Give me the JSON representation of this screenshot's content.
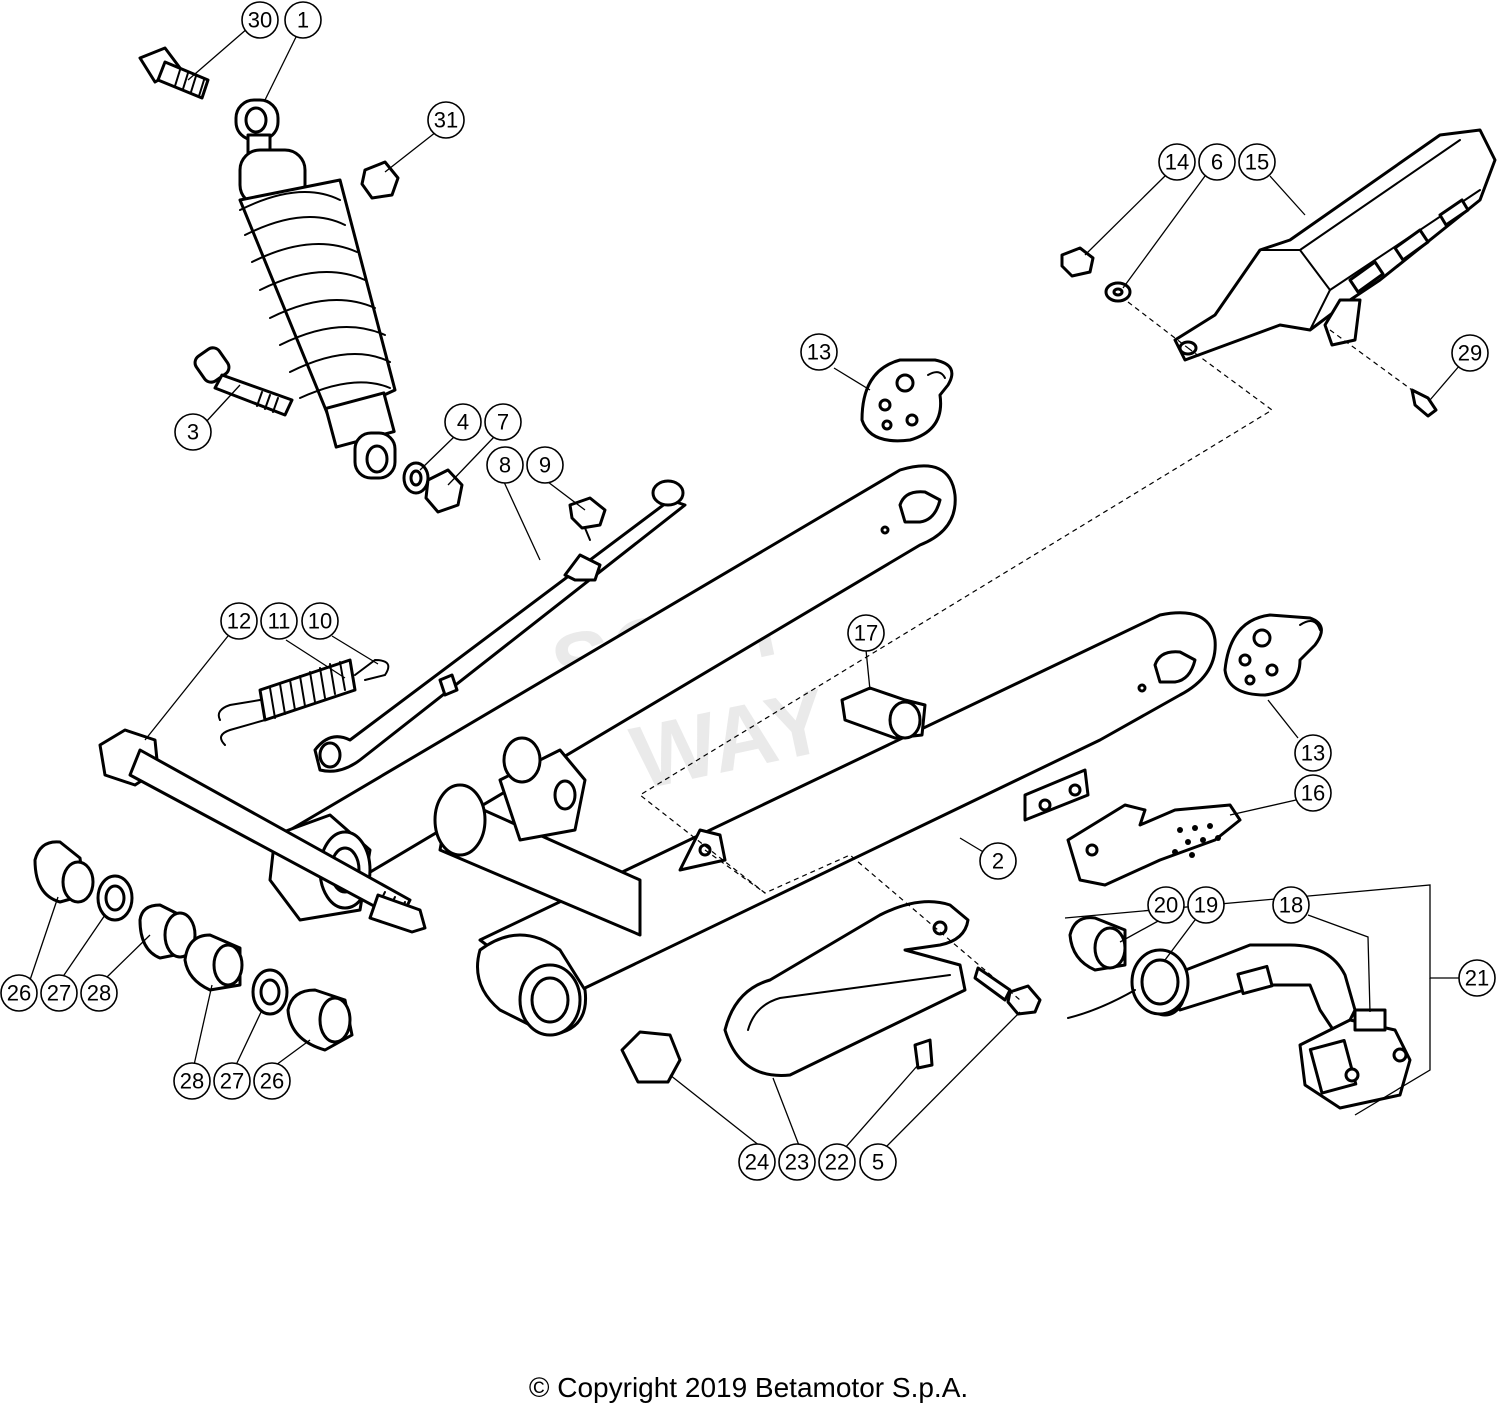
{
  "copyright": "© Copyright 2019 Betamotor S.p.A.",
  "callouts": {
    "c30": "30",
    "c1": "1",
    "c31": "31",
    "c3": "3",
    "c4": "4",
    "c7": "7",
    "c8": "8",
    "c9": "9",
    "c13a": "13",
    "c14": "14",
    "c6": "6",
    "c15": "15",
    "c29": "29",
    "c12": "12",
    "c11": "11",
    "c10": "10",
    "c17": "17",
    "c13b": "13",
    "c16": "16",
    "c2": "2",
    "c20": "20",
    "c19": "19",
    "c18": "18",
    "c21": "21",
    "c26a": "26",
    "c27a": "27",
    "c28a": "28",
    "c28b": "28",
    "c27b": "27",
    "c26b": "26",
    "c24": "24",
    "c23": "23",
    "c22": "22",
    "c5": "5"
  }
}
